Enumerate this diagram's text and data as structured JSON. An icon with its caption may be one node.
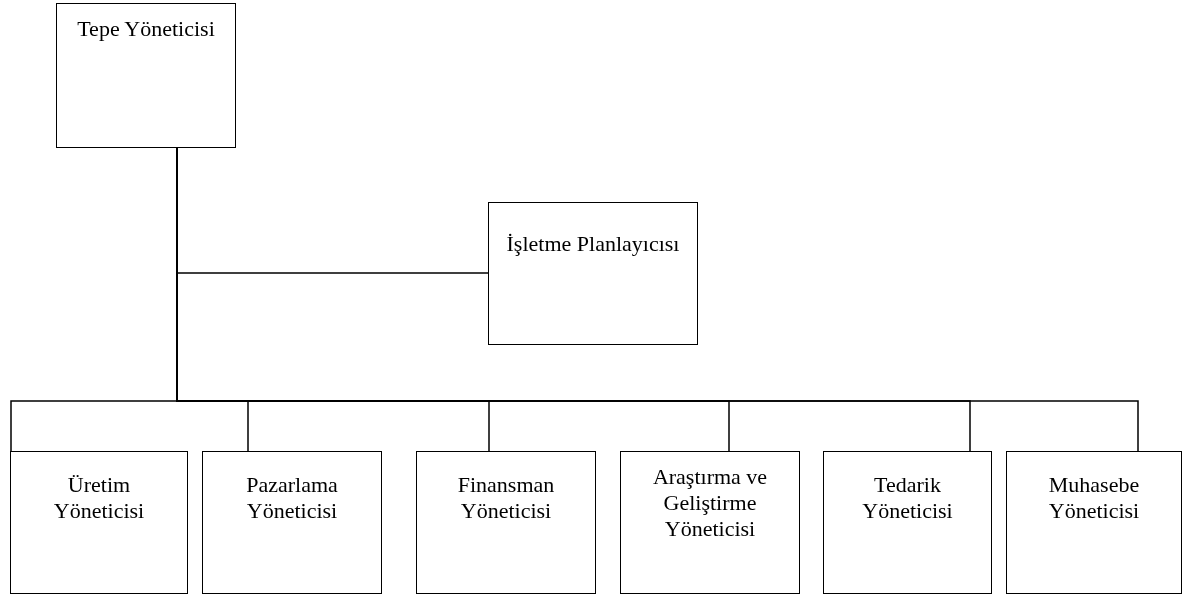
{
  "diagram": {
    "nodes": [
      {
        "text": [
          "Tepe Yöneticisi"
        ]
      },
      {
        "text": [
          "İşletme Planlayıcısı"
        ]
      },
      {
        "text": [
          "Üretim Yöneticisi"
        ]
      },
      {
        "text": [
          "Pazarlama Yöneticisi"
        ]
      },
      {
        "text": [
          "Finansman Yöneticisi"
        ]
      },
      {
        "text": [
          "Araştırma ve Geliştirme Yöneticisi"
        ]
      },
      {
        "text": [
          "Tedarik Yöneticisi"
        ]
      },
      {
        "text": [
          "Muhasebe Yöneticisi"
        ]
      }
    ],
    "edges": [
      {
        "from": 0,
        "to": 1,
        "arrow": "none"
      },
      {
        "from": 0,
        "to": 2,
        "arrow": "none"
      },
      {
        "from": 0,
        "to": 3,
        "arrow": "none"
      },
      {
        "from": 0,
        "to": 4,
        "arrow": "none"
      },
      {
        "from": 0,
        "to": 5,
        "arrow": "none"
      },
      {
        "from": 0,
        "to": 6,
        "arrow": "none"
      },
      {
        "from": 0,
        "to": 7,
        "arrow": "none"
      }
    ]
  }
}
